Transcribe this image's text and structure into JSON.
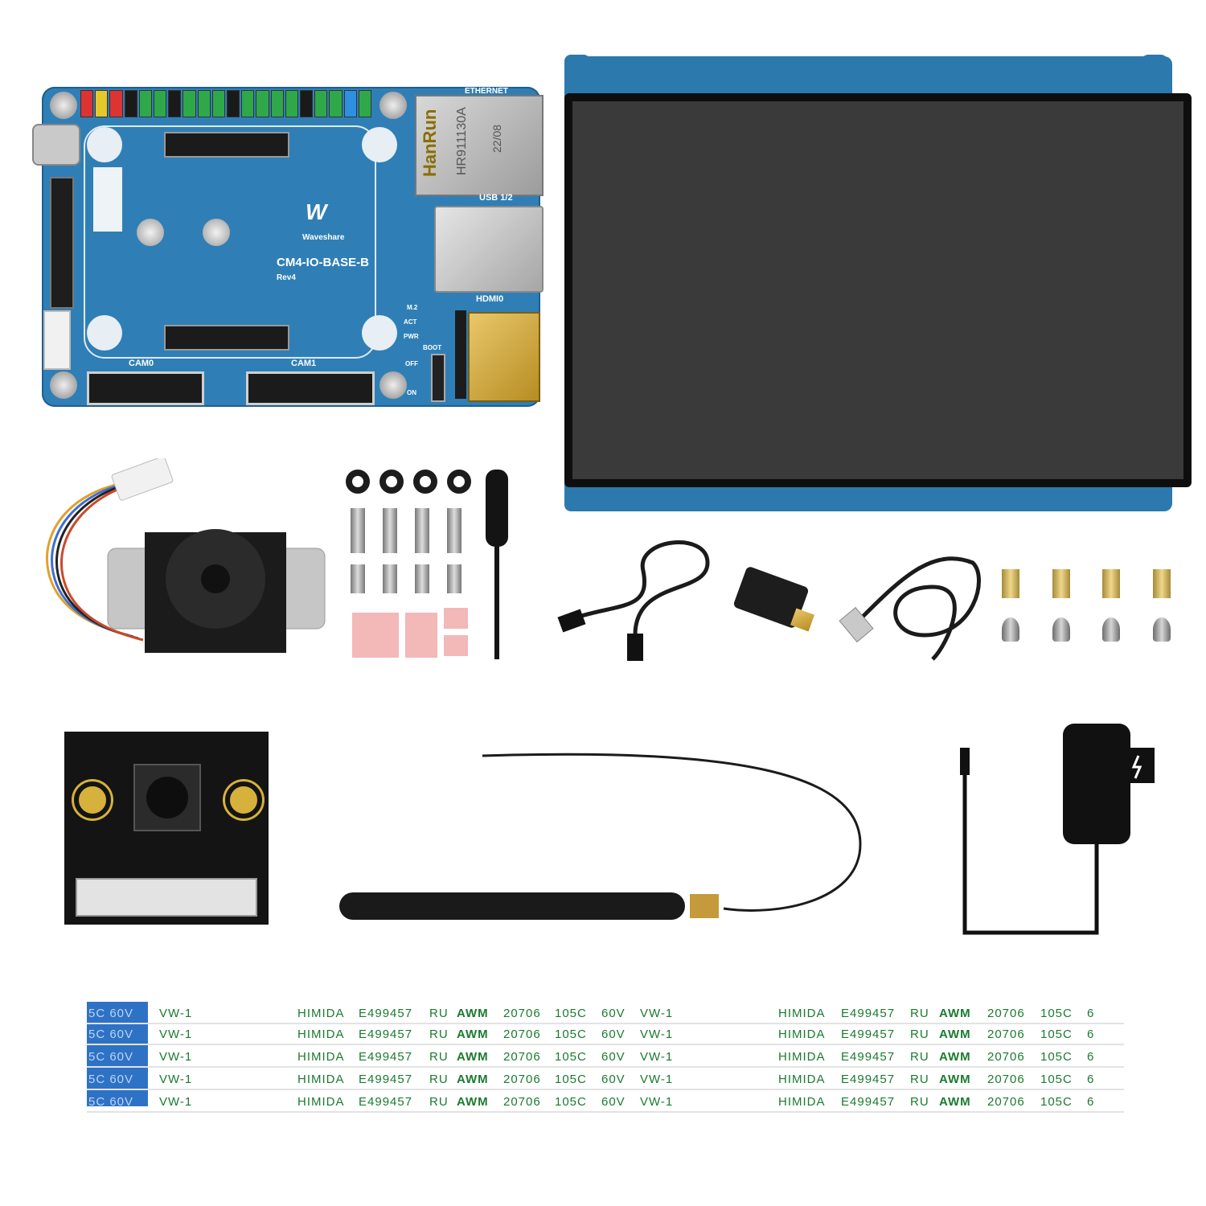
{
  "board": {
    "ethernet": "ETHERNET",
    "usb": "USB 1/2",
    "hdmi": "HDMI0",
    "model": "CM4-IO-BASE-B",
    "rev": "Rev4",
    "brand": "Waveshare",
    "cam0": "CAM0",
    "cam1": "CAM1",
    "m2": "M.2",
    "act": "ACT",
    "pwr": "PWR",
    "boot": "BOOT",
    "off": "OFF",
    "on": "ON",
    "jack_brand": "HanRun",
    "jack_part": "HR911130A",
    "jack_date": "22/08"
  },
  "cable": {
    "left_tape": "5C  60V",
    "vw": "VW-1",
    "himida": "HIMIDA",
    "cert": "E499457",
    "ul": "RU",
    "awm": "AWM",
    "num": "20706",
    "temp": "105C",
    "volt": "60V",
    "end": "6"
  },
  "colors": {
    "board_blue": "#2f7fb6",
    "screen_black": "#3a3a3a",
    "cable_text": "#1b7a2f",
    "tape_blue": "#2e72c5",
    "thermal_pad": "#f3b8b8"
  }
}
